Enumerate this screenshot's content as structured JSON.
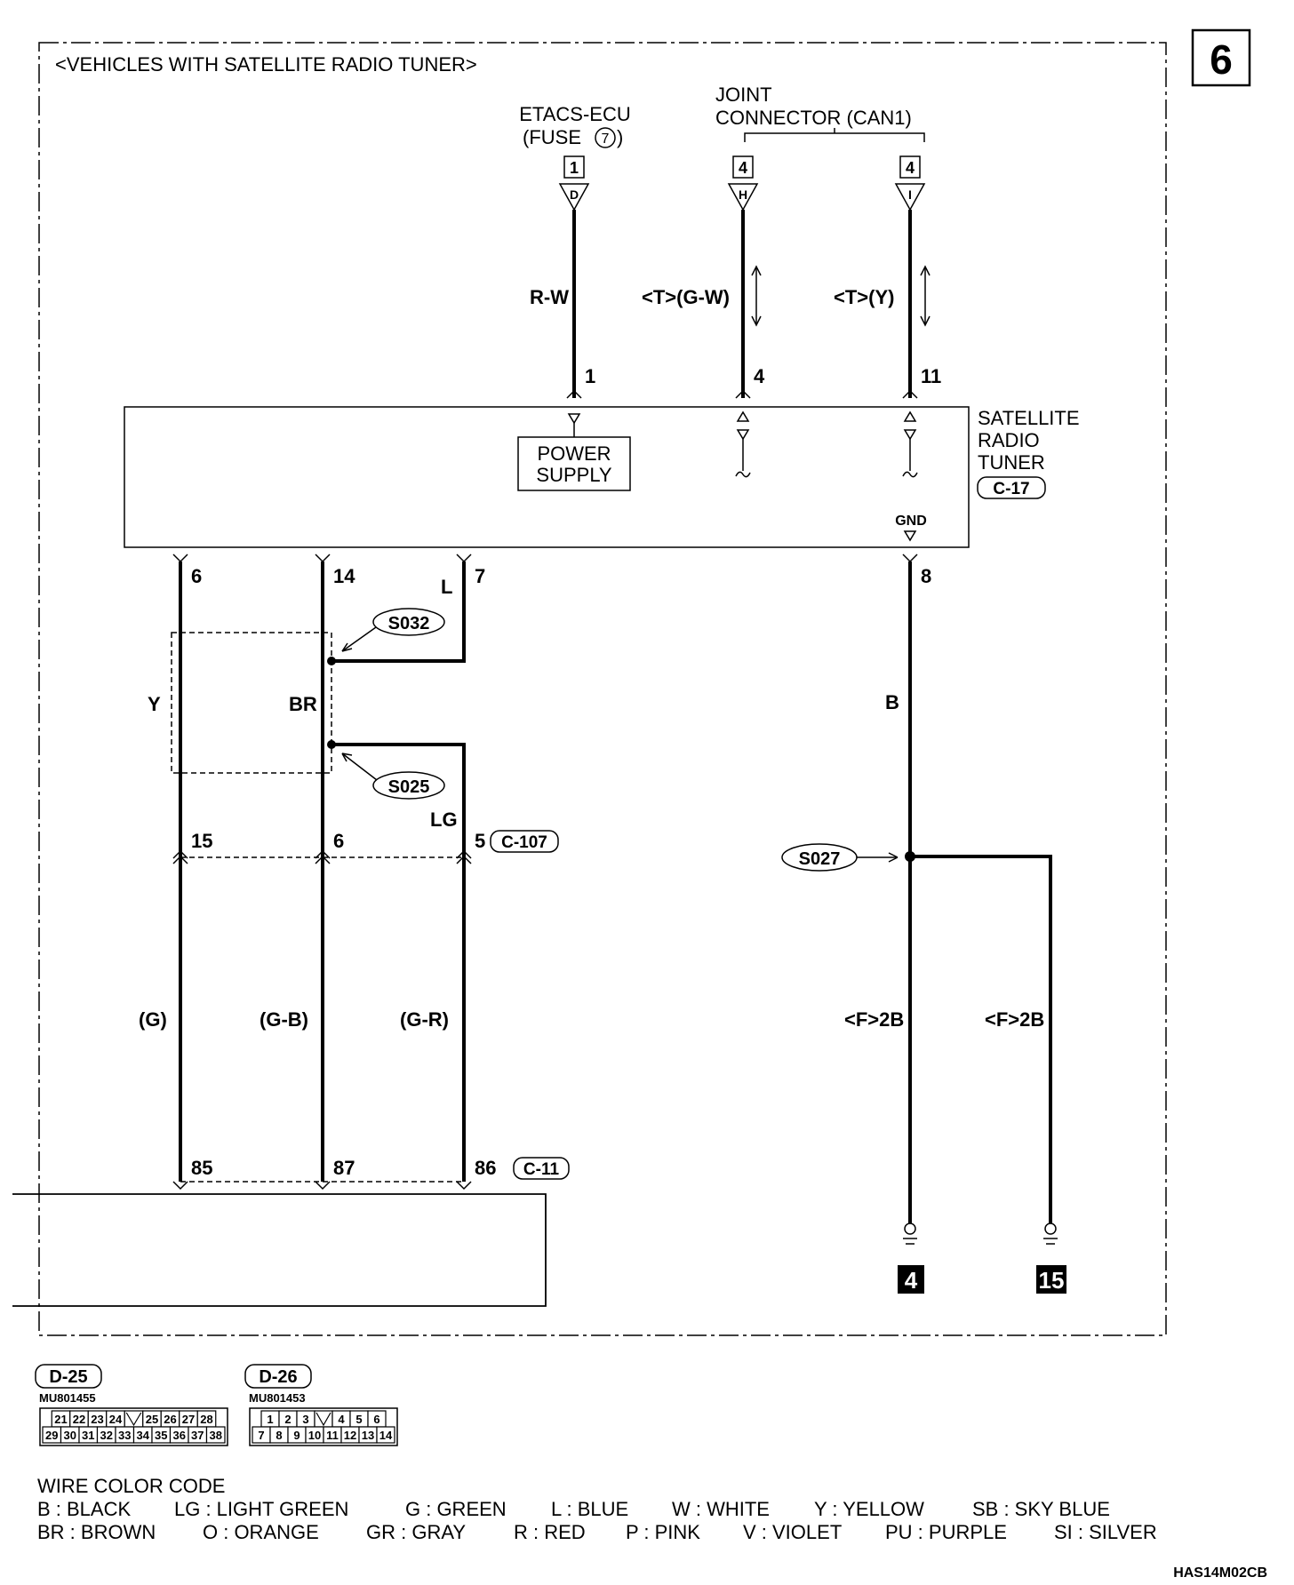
{
  "page_number": "6",
  "scope_label": "<VEHICLES WITH SATELLITE RADIO TUNER>",
  "sources": {
    "etacs_line1": "ETACS-ECU",
    "etacs_line2": "(FUSE",
    "etacs_fuse_num": "7",
    "etacs_line2_end": ")",
    "joint_line1": "JOINT",
    "joint_line2": "CONNECTOR (CAN1)",
    "etacs_conn_num": "1",
    "etacs_conn_letter": "D",
    "jc_left_num": "4",
    "jc_left_letter": "H",
    "jc_right_num": "4",
    "jc_right_letter": "I"
  },
  "wires": {
    "rw": "R-W",
    "gw": "<T>(G-W)",
    "y_top": "<T>(Y)",
    "y": "Y",
    "br": "BR",
    "l": "L",
    "lg": "LG",
    "b": "B",
    "g": "(G)",
    "gb": "(G-B)",
    "gr": "(G-R)",
    "f2b_left": "<F>2B",
    "f2b_right": "<F>2B"
  },
  "pins": {
    "p1": "1",
    "p4": "4",
    "p11": "11",
    "p6": "6",
    "p14": "14",
    "p7": "7",
    "p8": "8",
    "p15": "15",
    "p6b": "6",
    "p5": "5",
    "p85": "85",
    "p87": "87",
    "p86": "86"
  },
  "tuner": {
    "line1": "SATELLITE",
    "line2": "RADIO",
    "line3": "TUNER",
    "connector": "C-17",
    "power_line1": "POWER",
    "power_line2": "SUPPLY",
    "gnd": "GND"
  },
  "connectors": {
    "c107": "C-107",
    "c11": "C-11"
  },
  "splices": {
    "s032": "S032",
    "s025": "S025",
    "s027": "S027"
  },
  "grounds": {
    "g4": "4",
    "g15": "15"
  },
  "legend_connectors": [
    {
      "name": "D-25",
      "part": "MU801455",
      "row1": [
        "21",
        "22",
        "23",
        "24",
        "",
        "25",
        "26",
        "27",
        "28"
      ],
      "row2": [
        "29",
        "30",
        "31",
        "32",
        "33",
        "34",
        "35",
        "36",
        "37",
        "38"
      ]
    },
    {
      "name": "D-26",
      "part": "MU801453",
      "row1": [
        "1",
        "2",
        "3",
        "",
        "4",
        "5",
        "6"
      ],
      "row2": [
        "7",
        "8",
        "9",
        "10",
        "11",
        "12",
        "13",
        "14"
      ]
    }
  ],
  "wire_color_code": {
    "title": "WIRE COLOR CODE",
    "row1": [
      "B : BLACK",
      "LG : LIGHT GREEN",
      "G : GREEN",
      "L : BLUE",
      "W : WHITE",
      "Y : YELLOW",
      "SB : SKY BLUE"
    ],
    "row2": [
      "BR : BROWN",
      "O : ORANGE",
      "GR : GRAY",
      "R : RED",
      "P : PINK",
      "V : VIOLET",
      "PU : PURPLE",
      "SI : SILVER"
    ]
  },
  "diagram_code": "HAS14M02CB"
}
